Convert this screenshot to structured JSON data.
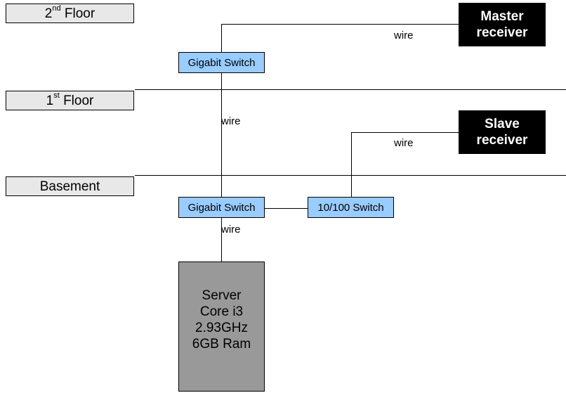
{
  "floors": [
    {
      "number": "2",
      "suffix": "nd",
      "word": "Floor"
    },
    {
      "number": "1",
      "suffix": "st",
      "word": "Floor"
    },
    {
      "label": "Basement"
    }
  ],
  "switches": {
    "second_floor": "Gigabit Switch",
    "basement_main": "Gigabit Switch",
    "basement_aux": "10/100 Switch"
  },
  "receivers": {
    "master": {
      "line1": "Master",
      "line2": "receiver"
    },
    "slave": {
      "line1": "Slave",
      "line2": "receiver"
    }
  },
  "wire_labels": [
    "wire",
    "wire",
    "wire",
    "wire"
  ],
  "server": {
    "lines": [
      "Server",
      "Core i3",
      "2.93GHz",
      "6GB Ram"
    ]
  },
  "colors": {
    "switch_fill": "#99ccff",
    "floor_label_fill": "#e8e8e8",
    "receiver_fill": "#000000",
    "server_fill": "#999999"
  }
}
